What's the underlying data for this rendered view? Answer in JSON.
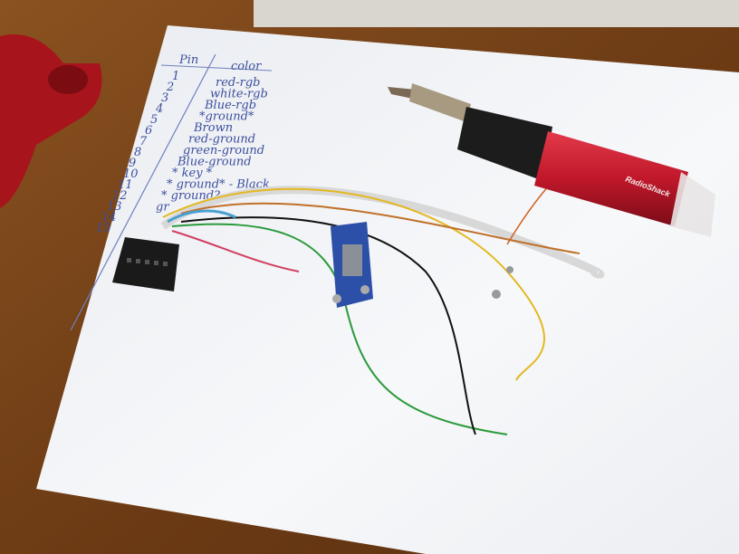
{
  "notes": {
    "header_pin": "Pin",
    "header_color": "color",
    "pins": [
      "1",
      "2",
      "3",
      "4",
      "5",
      "6",
      "7",
      "8",
      "9",
      "10",
      "11",
      "12",
      "13",
      "14",
      "15"
    ],
    "colors": [
      "red-rgb",
      "white-rgb",
      "Blue-rgb",
      "*ground*",
      "Brown",
      "red-ground",
      "green-ground",
      "Blue-ground",
      "* key *",
      "* ground* - Black",
      "* ground?",
      "gr"
    ]
  },
  "soldering_iron": {
    "brand": "RadioShack"
  },
  "palette": {
    "wood": "#7a4418",
    "paper": "#f4f5f7",
    "ink": "#3d4f9e",
    "iron_body": "#c0182a",
    "connector_blue": "#2c4fa8"
  }
}
